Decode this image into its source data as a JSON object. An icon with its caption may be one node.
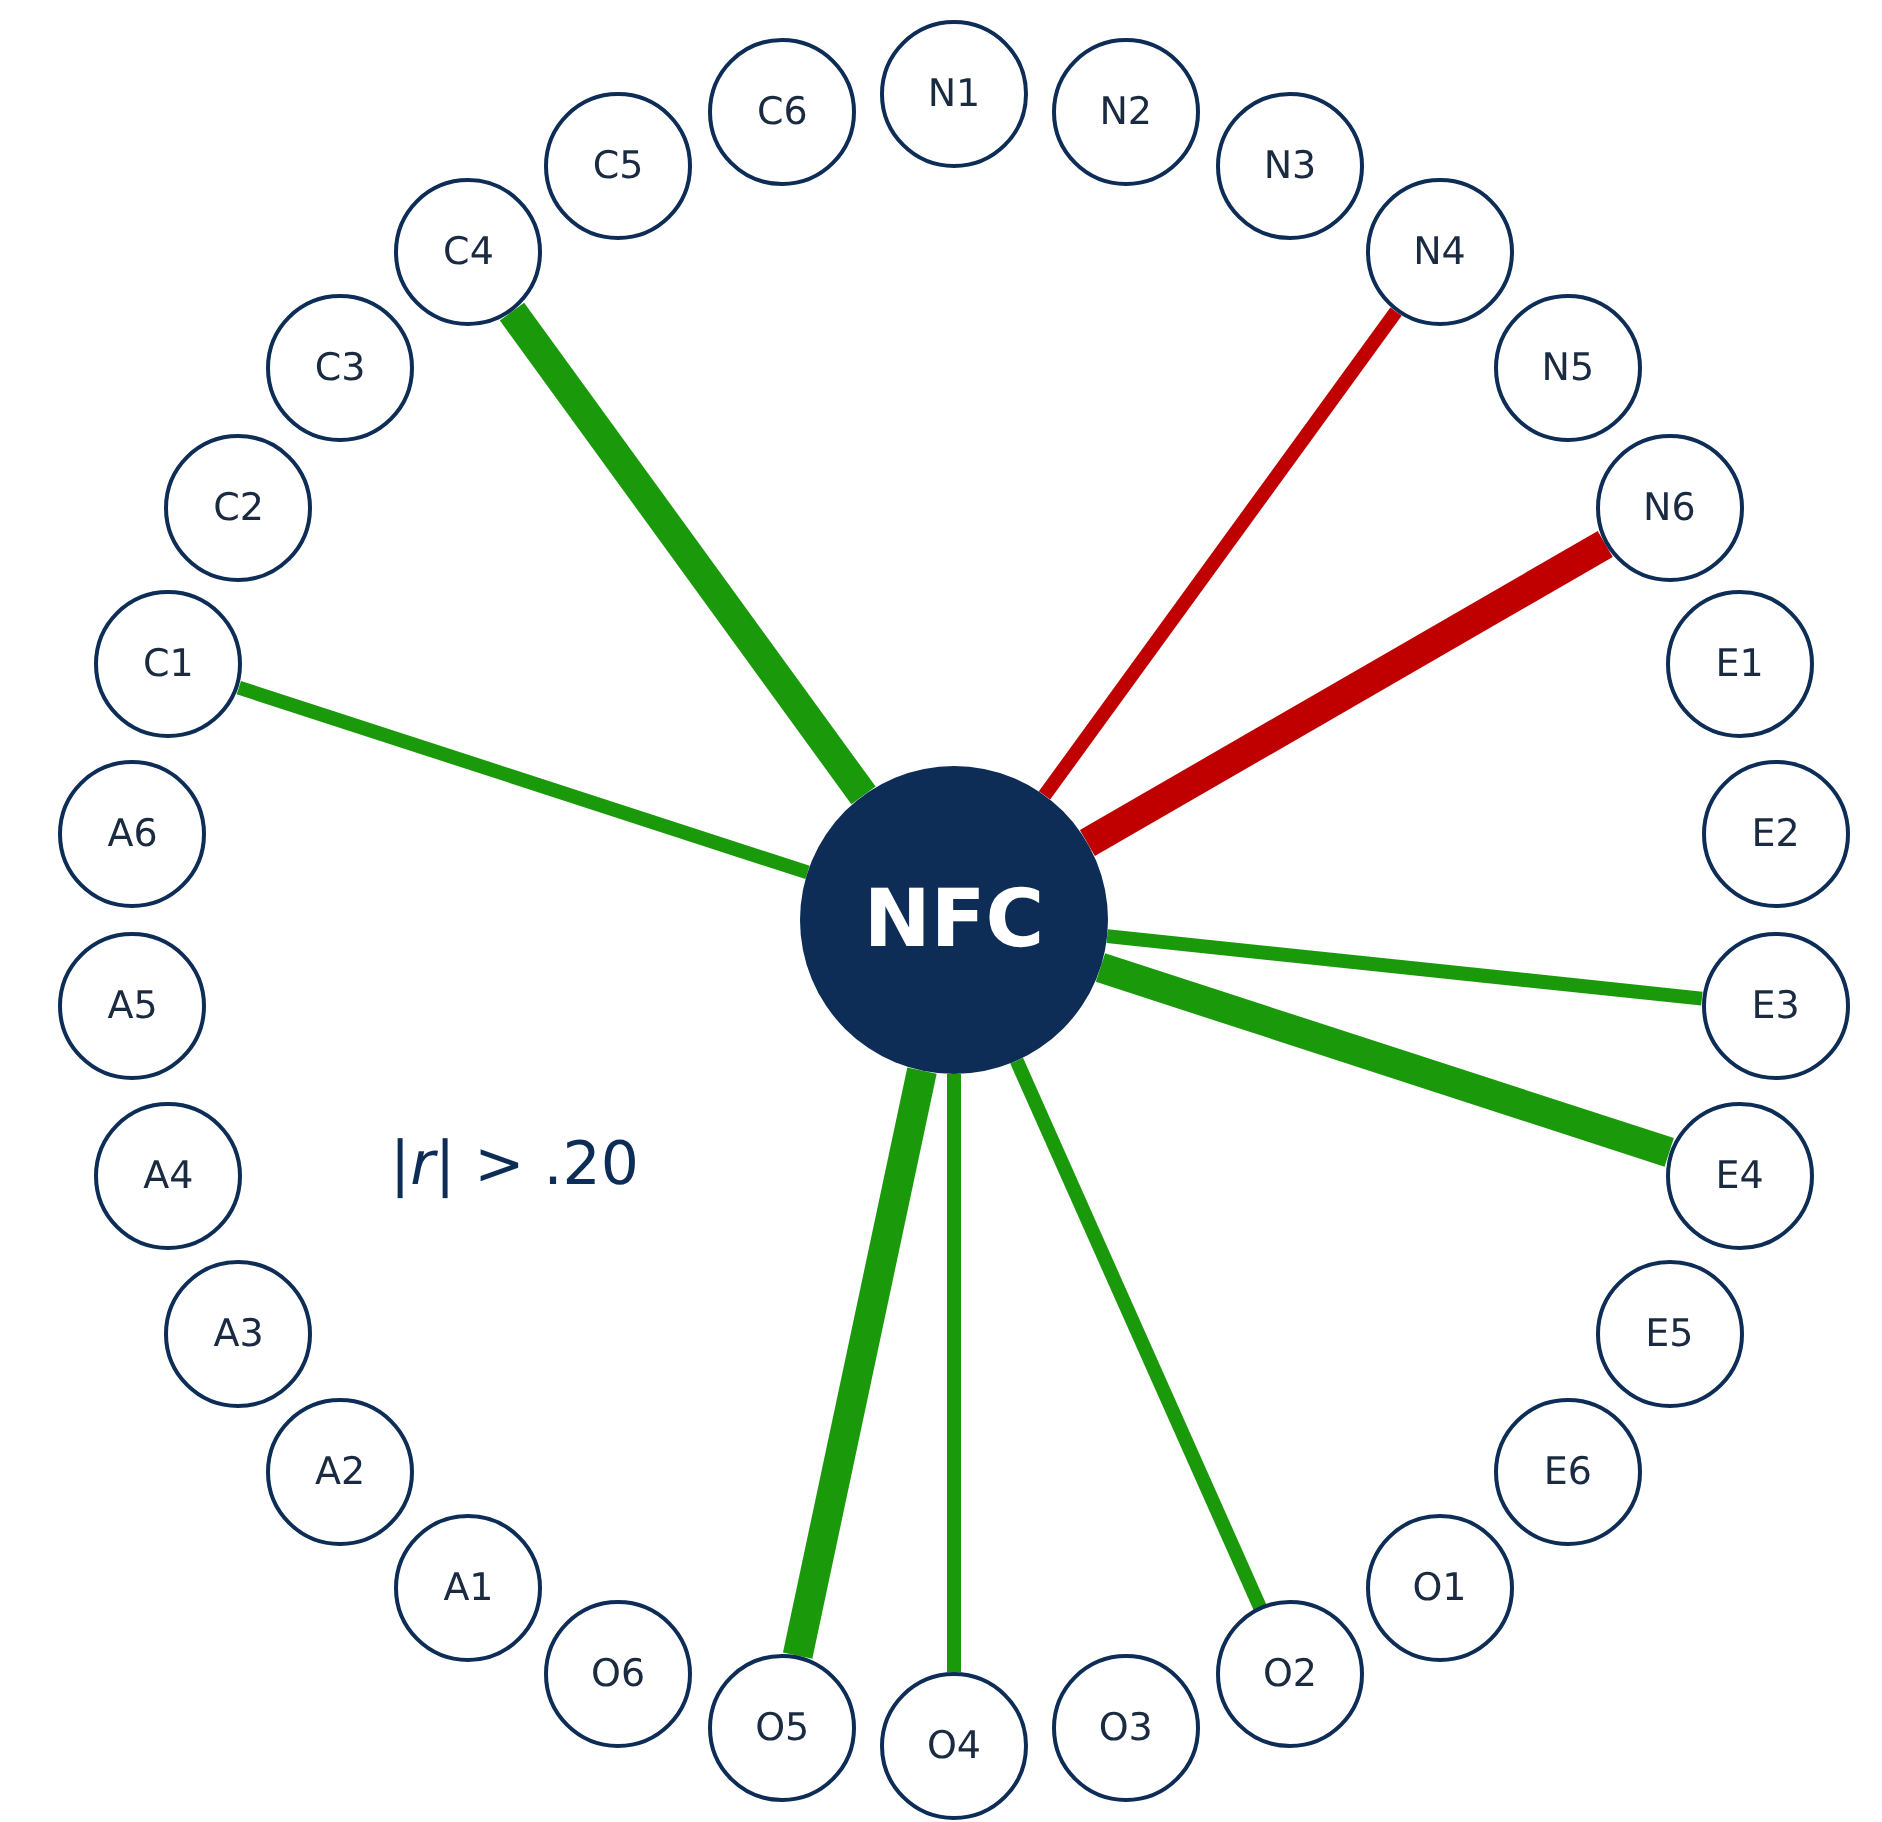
{
  "diagram": {
    "nodes": [
      {
        "text": [
          "NFC"
        ]
      },
      {
        "text": [
          "N1"
        ]
      },
      {
        "text": [
          "N2"
        ]
      },
      {
        "text": [
          "N3"
        ]
      },
      {
        "text": [
          "N4"
        ]
      },
      {
        "text": [
          "N5"
        ]
      },
      {
        "text": [
          "N6"
        ]
      },
      {
        "text": [
          "E1"
        ]
      },
      {
        "text": [
          "E2"
        ]
      },
      {
        "text": [
          "E3"
        ]
      },
      {
        "text": [
          "E4"
        ]
      },
      {
        "text": [
          "E5"
        ]
      },
      {
        "text": [
          "E6"
        ]
      },
      {
        "text": [
          "O1"
        ]
      },
      {
        "text": [
          "O2"
        ]
      },
      {
        "text": [
          "O3"
        ]
      },
      {
        "text": [
          "O4"
        ]
      },
      {
        "text": [
          "O5"
        ]
      },
      {
        "text": [
          "O6"
        ]
      },
      {
        "text": [
          "A1"
        ]
      },
      {
        "text": [
          "A2"
        ]
      },
      {
        "text": [
          "A3"
        ]
      },
      {
        "text": [
          "A4"
        ]
      },
      {
        "text": [
          "A5"
        ]
      },
      {
        "text": [
          "A6"
        ]
      },
      {
        "text": [
          "C1"
        ]
      },
      {
        "text": [
          "C2"
        ]
      },
      {
        "text": [
          "C3"
        ]
      },
      {
        "text": [
          "C4"
        ]
      },
      {
        "text": [
          "C5"
        ]
      },
      {
        "text": [
          "C6"
        ]
      }
    ],
    "edges": [
      {
        "from": 0,
        "to": 4,
        "arrow": "none",
        "color": "#c00000"
      },
      {
        "from": 0,
        "to": 6,
        "arrow": "none",
        "style": "thick",
        "color": "#c00000"
      },
      {
        "from": 0,
        "to": 9,
        "arrow": "none"
      },
      {
        "from": 0,
        "to": 10,
        "arrow": "none",
        "style": "thick"
      },
      {
        "from": 0,
        "to": 14,
        "arrow": "none"
      },
      {
        "from": 0,
        "to": 16,
        "arrow": "none"
      },
      {
        "from": 0,
        "to": 17,
        "arrow": "none",
        "style": "thick"
      },
      {
        "from": 0,
        "to": 25,
        "arrow": "none"
      },
      {
        "from": 0,
        "to": 28,
        "arrow": "none",
        "style": "thick"
      }
    ],
    "labels": [
      "|*r*| > .20"
    ]
  }
}
